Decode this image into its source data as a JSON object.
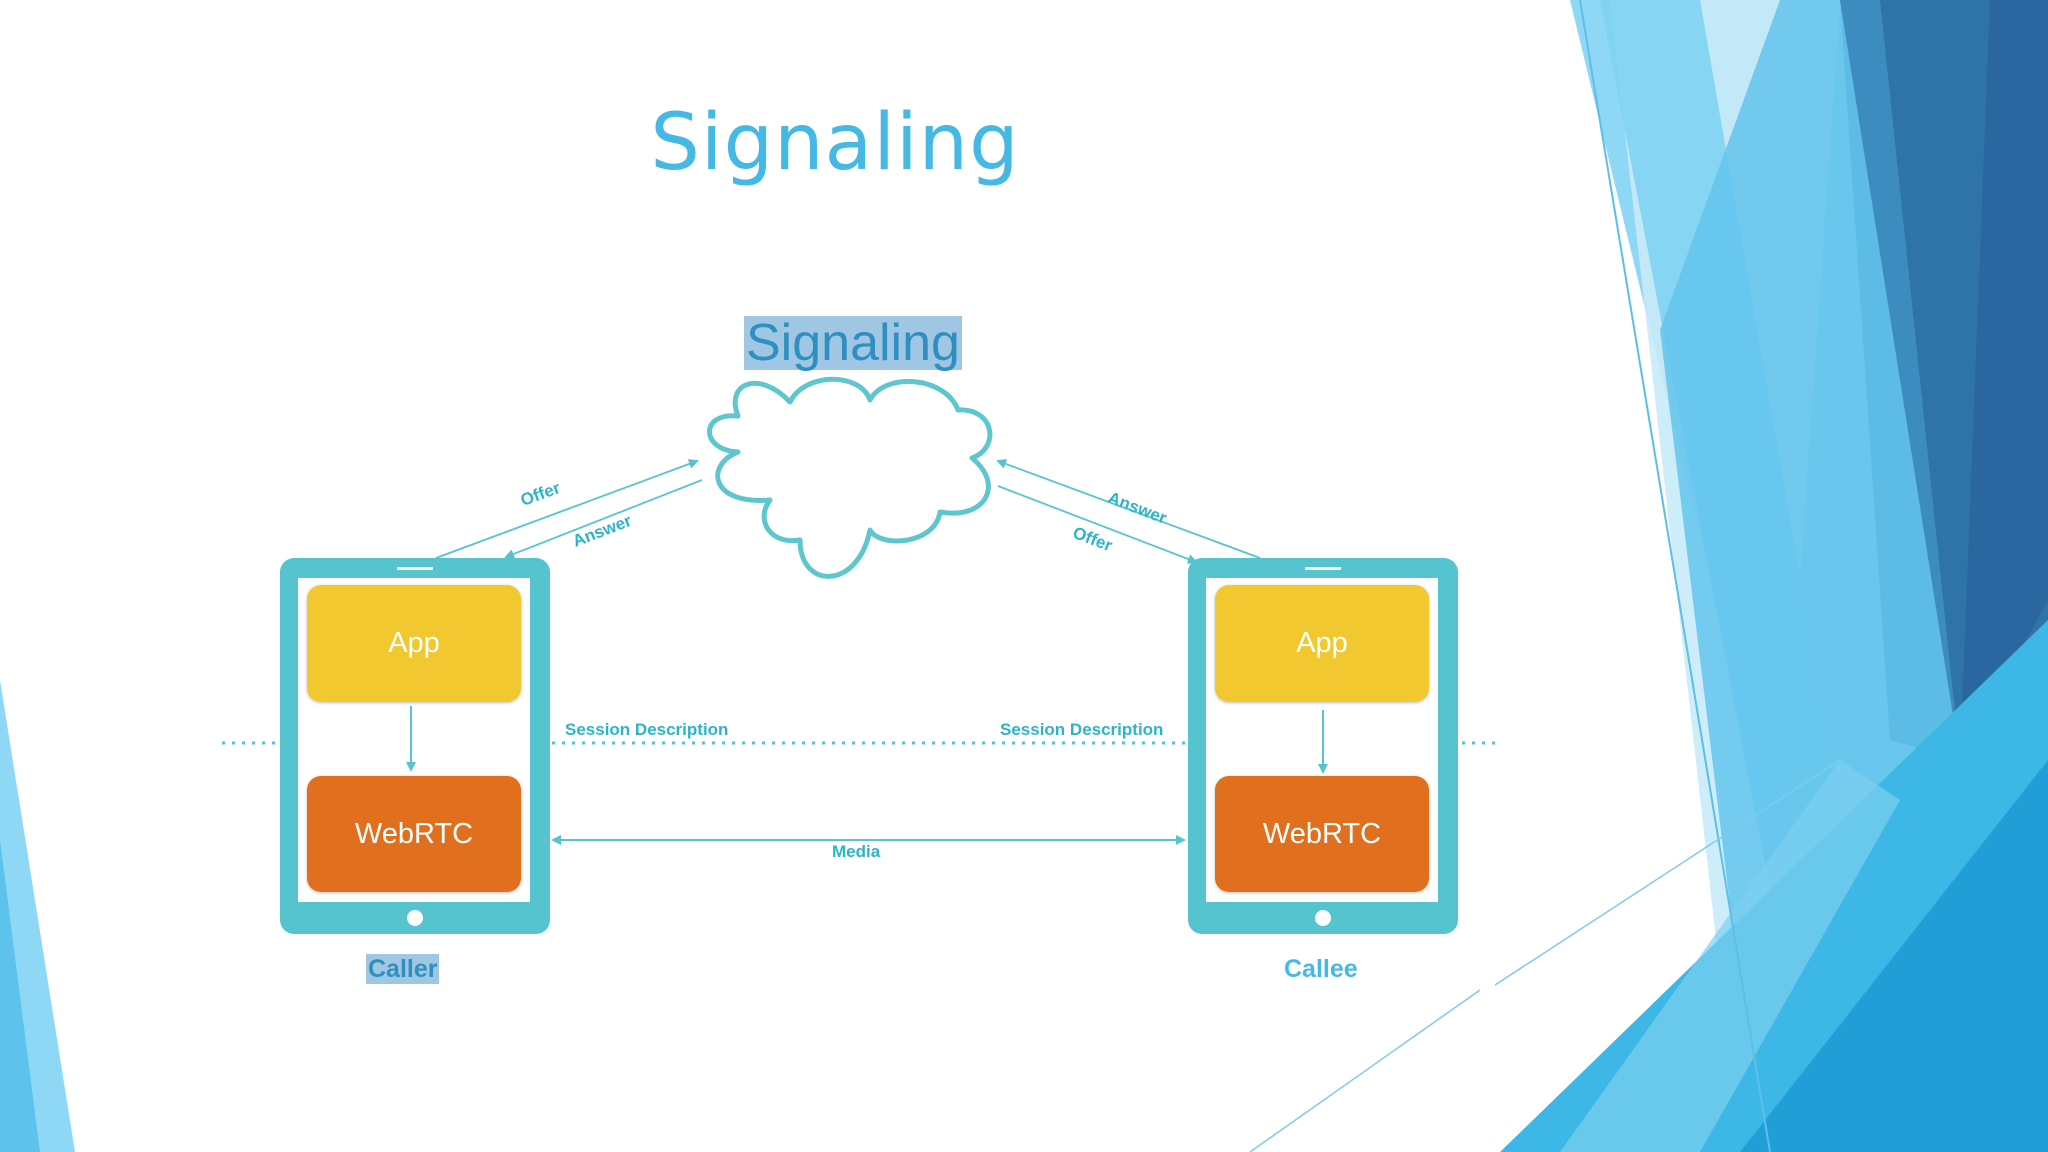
{
  "slide": {
    "title": "Signaling"
  },
  "diagram": {
    "server_label": "Signaling",
    "caller": {
      "name": "Caller",
      "app_label": "App",
      "webrtc_label": "WebRTC"
    },
    "callee": {
      "name": "Callee",
      "app_label": "App",
      "webrtc_label": "WebRTC"
    },
    "arrows": {
      "caller_offer": "Offer",
      "caller_answer": "Answer",
      "callee_answer": "Answer",
      "callee_offer": "Offer",
      "media": "Media"
    },
    "session_left": "Session Description",
    "session_right": "Session Description"
  },
  "colors": {
    "title": "#45b8e3",
    "diagram_teal": "#56c4cf",
    "app_yellow": "#f2c830",
    "webrtc_orange": "#e06f1e",
    "highlight": "#9fc7e3",
    "accent_blue_dark": "#2a6ea6",
    "accent_blue_light": "#7fd3f2"
  }
}
